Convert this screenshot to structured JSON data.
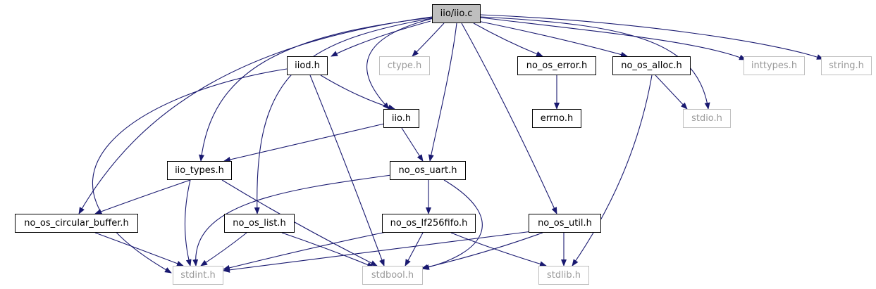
{
  "graph": {
    "root": "iio/iio.c",
    "nodes": [
      {
        "id": "root",
        "label": "iio/iio.c",
        "kind": "root"
      },
      {
        "id": "iiod",
        "label": "iiod.h",
        "kind": "internal"
      },
      {
        "id": "ctype",
        "label": "ctype.h",
        "kind": "external"
      },
      {
        "id": "no_os_error",
        "label": "no_os_error.h",
        "kind": "internal"
      },
      {
        "id": "no_os_alloc",
        "label": "no_os_alloc.h",
        "kind": "internal"
      },
      {
        "id": "inttypes",
        "label": "inttypes.h",
        "kind": "external"
      },
      {
        "id": "string",
        "label": "string.h",
        "kind": "external"
      },
      {
        "id": "errno",
        "label": "errno.h",
        "kind": "internal"
      },
      {
        "id": "stdio",
        "label": "stdio.h",
        "kind": "external"
      },
      {
        "id": "iio",
        "label": "iio.h",
        "kind": "internal"
      },
      {
        "id": "iio_types",
        "label": "iio_types.h",
        "kind": "internal"
      },
      {
        "id": "no_os_uart",
        "label": "no_os_uart.h",
        "kind": "internal"
      },
      {
        "id": "no_os_circular_buffer",
        "label": "no_os_circular_buffer.h",
        "kind": "internal"
      },
      {
        "id": "no_os_list",
        "label": "no_os_list.h",
        "kind": "internal"
      },
      {
        "id": "no_os_lf256fifo",
        "label": "no_os_lf256fifo.h",
        "kind": "internal"
      },
      {
        "id": "no_os_util",
        "label": "no_os_util.h",
        "kind": "internal"
      },
      {
        "id": "stdint",
        "label": "stdint.h",
        "kind": "external"
      },
      {
        "id": "stdbool",
        "label": "stdbool.h",
        "kind": "external"
      },
      {
        "id": "stdlib",
        "label": "stdlib.h",
        "kind": "external"
      }
    ],
    "edges": [
      [
        "root",
        "iiod"
      ],
      [
        "root",
        "ctype"
      ],
      [
        "root",
        "no_os_error"
      ],
      [
        "root",
        "no_os_alloc"
      ],
      [
        "root",
        "inttypes"
      ],
      [
        "root",
        "string"
      ],
      [
        "root",
        "stdio"
      ],
      [
        "root",
        "iio"
      ],
      [
        "root",
        "iio_types"
      ],
      [
        "root",
        "no_os_uart"
      ],
      [
        "root",
        "no_os_circular_buffer"
      ],
      [
        "root",
        "no_os_list"
      ],
      [
        "root",
        "no_os_util"
      ],
      [
        "iiod",
        "iio"
      ],
      [
        "iiod",
        "stdint"
      ],
      [
        "iiod",
        "stdbool"
      ],
      [
        "no_os_error",
        "errno"
      ],
      [
        "no_os_alloc",
        "stdio"
      ],
      [
        "no_os_alloc",
        "stdlib"
      ],
      [
        "iio",
        "iio_types"
      ],
      [
        "iio",
        "no_os_uart"
      ],
      [
        "iio_types",
        "no_os_circular_buffer"
      ],
      [
        "iio_types",
        "stdint"
      ],
      [
        "iio_types",
        "stdbool"
      ],
      [
        "no_os_uart",
        "stdint"
      ],
      [
        "no_os_uart",
        "no_os_lf256fifo"
      ],
      [
        "no_os_uart",
        "stdbool"
      ],
      [
        "no_os_circular_buffer",
        "stdint"
      ],
      [
        "no_os_list",
        "stdint"
      ],
      [
        "no_os_list",
        "stdbool"
      ],
      [
        "no_os_lf256fifo",
        "stdint"
      ],
      [
        "no_os_lf256fifo",
        "stdbool"
      ],
      [
        "no_os_lf256fifo",
        "stdlib"
      ],
      [
        "no_os_util",
        "stdint"
      ],
      [
        "no_os_util",
        "stdbool"
      ],
      [
        "no_os_util",
        "stdlib"
      ]
    ],
    "colors": {
      "edge": "#191970",
      "internal_border": "#000000",
      "external_border": "#bfbfbf",
      "external_text": "#9a9a9a",
      "root_fill": "#bfbfbf"
    }
  }
}
